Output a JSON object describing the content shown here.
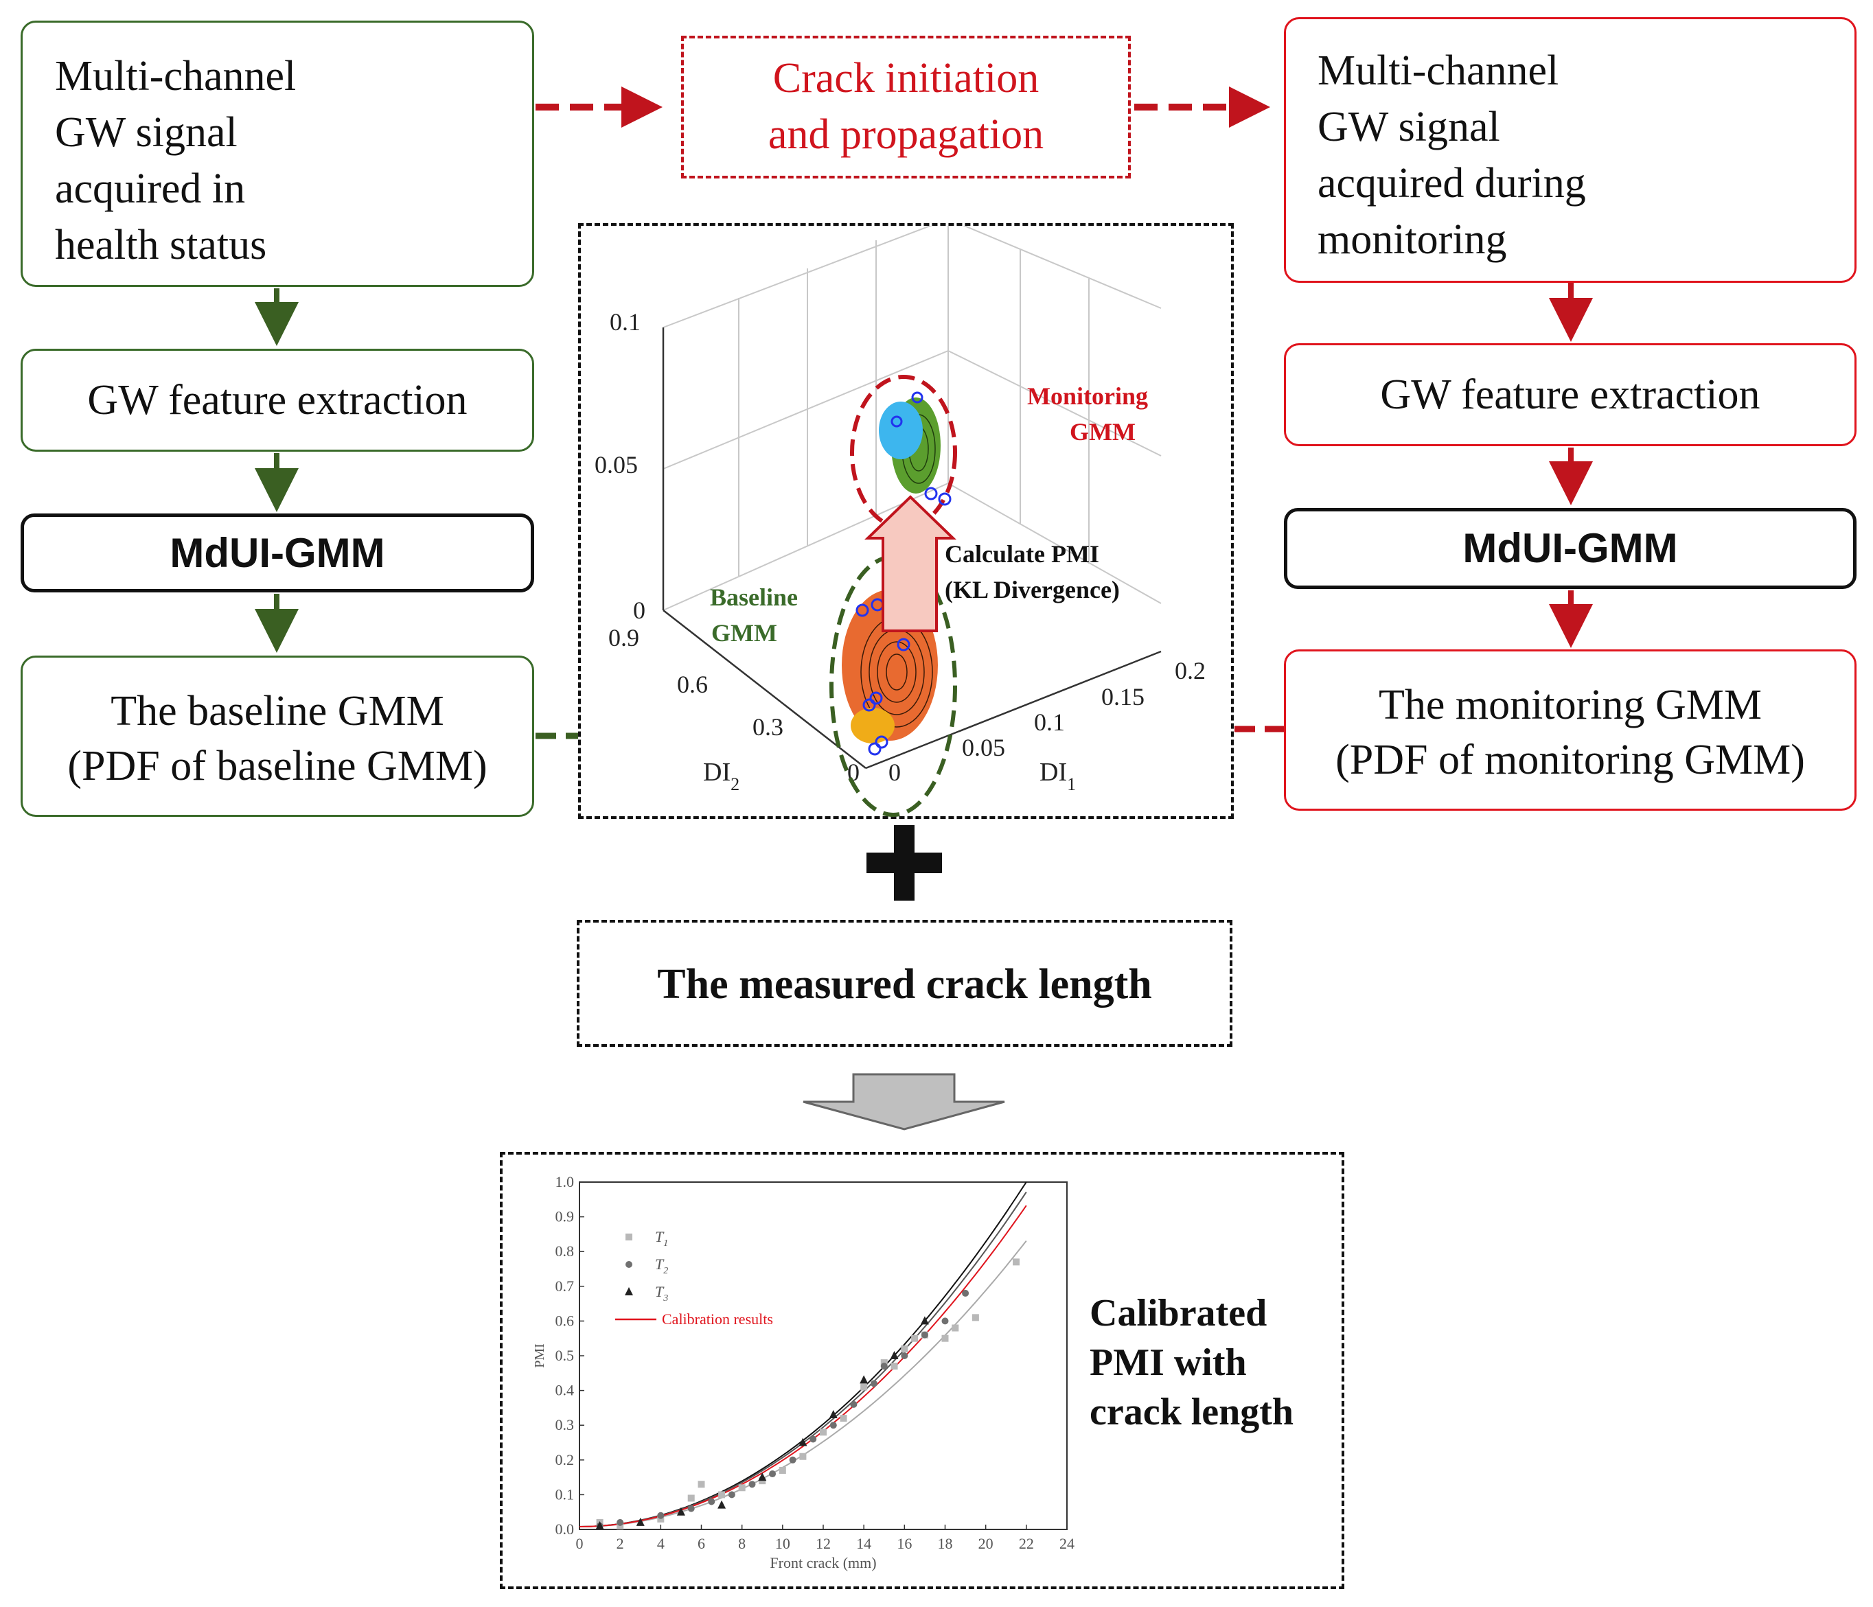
{
  "left_column": {
    "signal_box_lines": [
      "Multi-channel",
      "GW signal",
      "acquired  in",
      "health  status"
    ],
    "feature_box": "GW feature extraction",
    "model_box": "MdUI-GMM",
    "output_box_lines": [
      "The baseline  GMM",
      "(PDF of baseline  GMM)"
    ]
  },
  "crack_box_lines": [
    "Crack initiation",
    "and propagation"
  ],
  "right_column": {
    "signal_box_lines": [
      "Multi-channel",
      "GW signal",
      "acquired  during",
      "monitoring"
    ],
    "feature_box": "GW feature extraction",
    "model_box": "MdUI-GMM",
    "output_box_lines": [
      "The monitoring GMM",
      "(PDF of monitoring GMM)"
    ]
  },
  "plot3d": {
    "z_ticks": [
      "0.1",
      "0.05",
      "0"
    ],
    "di2_ticks": [
      "0.9",
      "0.6",
      "0.3",
      "0"
    ],
    "di1_ticks": [
      "0",
      "0.05",
      "0.1",
      "0.15",
      "0.2"
    ],
    "di2_label": "DI",
    "di2_sub": "2",
    "di1_label": "DI",
    "di1_sub": "1",
    "baseline_label_lines": [
      "Baseline",
      "GMM"
    ],
    "monitoring_label_lines": [
      "Monitoring",
      "GMM"
    ],
    "pmi_label_lines": [
      "Calculate PMI",
      "(KL  Divergence)"
    ]
  },
  "measured_box": "The  measured  crack  length",
  "calibrated_label_lines": [
    "Calibrated",
    "PMI with",
    "crack length"
  ],
  "chart_data": {
    "type": "scatter",
    "xlabel": "Front crack (mm)",
    "ylabel": "PMI",
    "xlim": [
      0,
      24
    ],
    "ylim": [
      0,
      1.0
    ],
    "x_ticks": [
      "0",
      "2",
      "4",
      "6",
      "8",
      "10",
      "12",
      "14",
      "16",
      "18",
      "20",
      "22",
      "24"
    ],
    "y_ticks": [
      "0.0",
      "0.1",
      "0.2",
      "0.3",
      "0.4",
      "0.5",
      "0.6",
      "0.7",
      "0.8",
      "0.9",
      "1.0"
    ],
    "legend": [
      "T",
      "T",
      "T",
      "Calibration results"
    ],
    "legend_subs": [
      "1",
      "2",
      "3",
      ""
    ],
    "series": [
      {
        "name": "T1",
        "marker": "square",
        "color": "#b8b8b8",
        "points": [
          [
            1,
            0.02
          ],
          [
            2,
            0.01
          ],
          [
            4,
            0.03
          ],
          [
            5.5,
            0.09
          ],
          [
            6,
            0.13
          ],
          [
            7,
            0.1
          ],
          [
            8,
            0.12
          ],
          [
            9,
            0.14
          ],
          [
            10,
            0.17
          ],
          [
            11,
            0.21
          ],
          [
            12,
            0.28
          ],
          [
            13,
            0.32
          ],
          [
            14,
            0.41
          ],
          [
            15,
            0.48
          ],
          [
            15.5,
            0.47
          ],
          [
            16,
            0.52
          ],
          [
            16.5,
            0.55
          ],
          [
            17,
            0.56
          ],
          [
            18,
            0.55
          ],
          [
            18.5,
            0.58
          ],
          [
            19.5,
            0.61
          ],
          [
            21.5,
            0.77
          ]
        ]
      },
      {
        "name": "T2",
        "marker": "circle",
        "color": "#707070",
        "points": [
          [
            1,
            0.01
          ],
          [
            2,
            0.02
          ],
          [
            4,
            0.04
          ],
          [
            5.5,
            0.06
          ],
          [
            6.5,
            0.08
          ],
          [
            7.5,
            0.1
          ],
          [
            8.5,
            0.13
          ],
          [
            9.5,
            0.16
          ],
          [
            10.5,
            0.2
          ],
          [
            11.5,
            0.26
          ],
          [
            12.5,
            0.3
          ],
          [
            13.5,
            0.36
          ],
          [
            14.5,
            0.42
          ],
          [
            15,
            0.47
          ],
          [
            16,
            0.5
          ],
          [
            17,
            0.56
          ],
          [
            18,
            0.6
          ],
          [
            19,
            0.68
          ]
        ]
      },
      {
        "name": "T3",
        "marker": "triangle",
        "color": "#222222",
        "points": [
          [
            1,
            0.01
          ],
          [
            3,
            0.02
          ],
          [
            5,
            0.05
          ],
          [
            7,
            0.07
          ],
          [
            9,
            0.15
          ],
          [
            11,
            0.25
          ],
          [
            12.5,
            0.33
          ],
          [
            14,
            0.43
          ],
          [
            15.5,
            0.5
          ],
          [
            17,
            0.6
          ]
        ]
      },
      {
        "name": "Calibration results",
        "line": true,
        "color": "#e0141d",
        "coef": 0.00191
      }
    ],
    "fit_lines": [
      {
        "color": "#111111",
        "coef": 0.00205
      },
      {
        "color": "#555555",
        "coef": 0.00199
      },
      {
        "color": "#aaaaaa",
        "coef": 0.0017
      }
    ]
  }
}
